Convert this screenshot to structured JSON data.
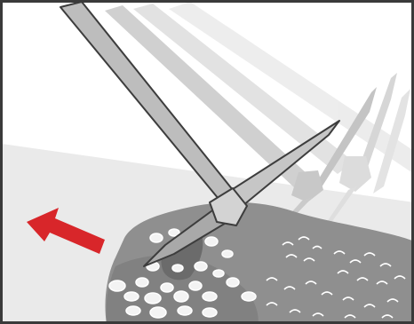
{
  "illustration": {
    "subject": "pickaxe-striking-gravel",
    "icons": [
      "pickaxe-icon",
      "arrow-left-icon",
      "gravel-icon"
    ],
    "colors": {
      "background": "#ffffff",
      "frame": "#3a3a3a",
      "ground": "#eaeaea",
      "rock": "#8e8e8e",
      "rock_dark": "#6f6f6f",
      "pick_handle": "#b9b9b9",
      "pick_outline": "#3d3d3d",
      "ghost_light": "#e9e9e9",
      "ghost_mid": "#d2d2d2",
      "ghost_dark": "#bcbcbc",
      "arrow": "#d8262a",
      "pebble_fill": "#f2f2f2",
      "pebble_stroke": "#ffffff"
    },
    "motion_trail_count": 3,
    "arrow_direction": "left"
  }
}
